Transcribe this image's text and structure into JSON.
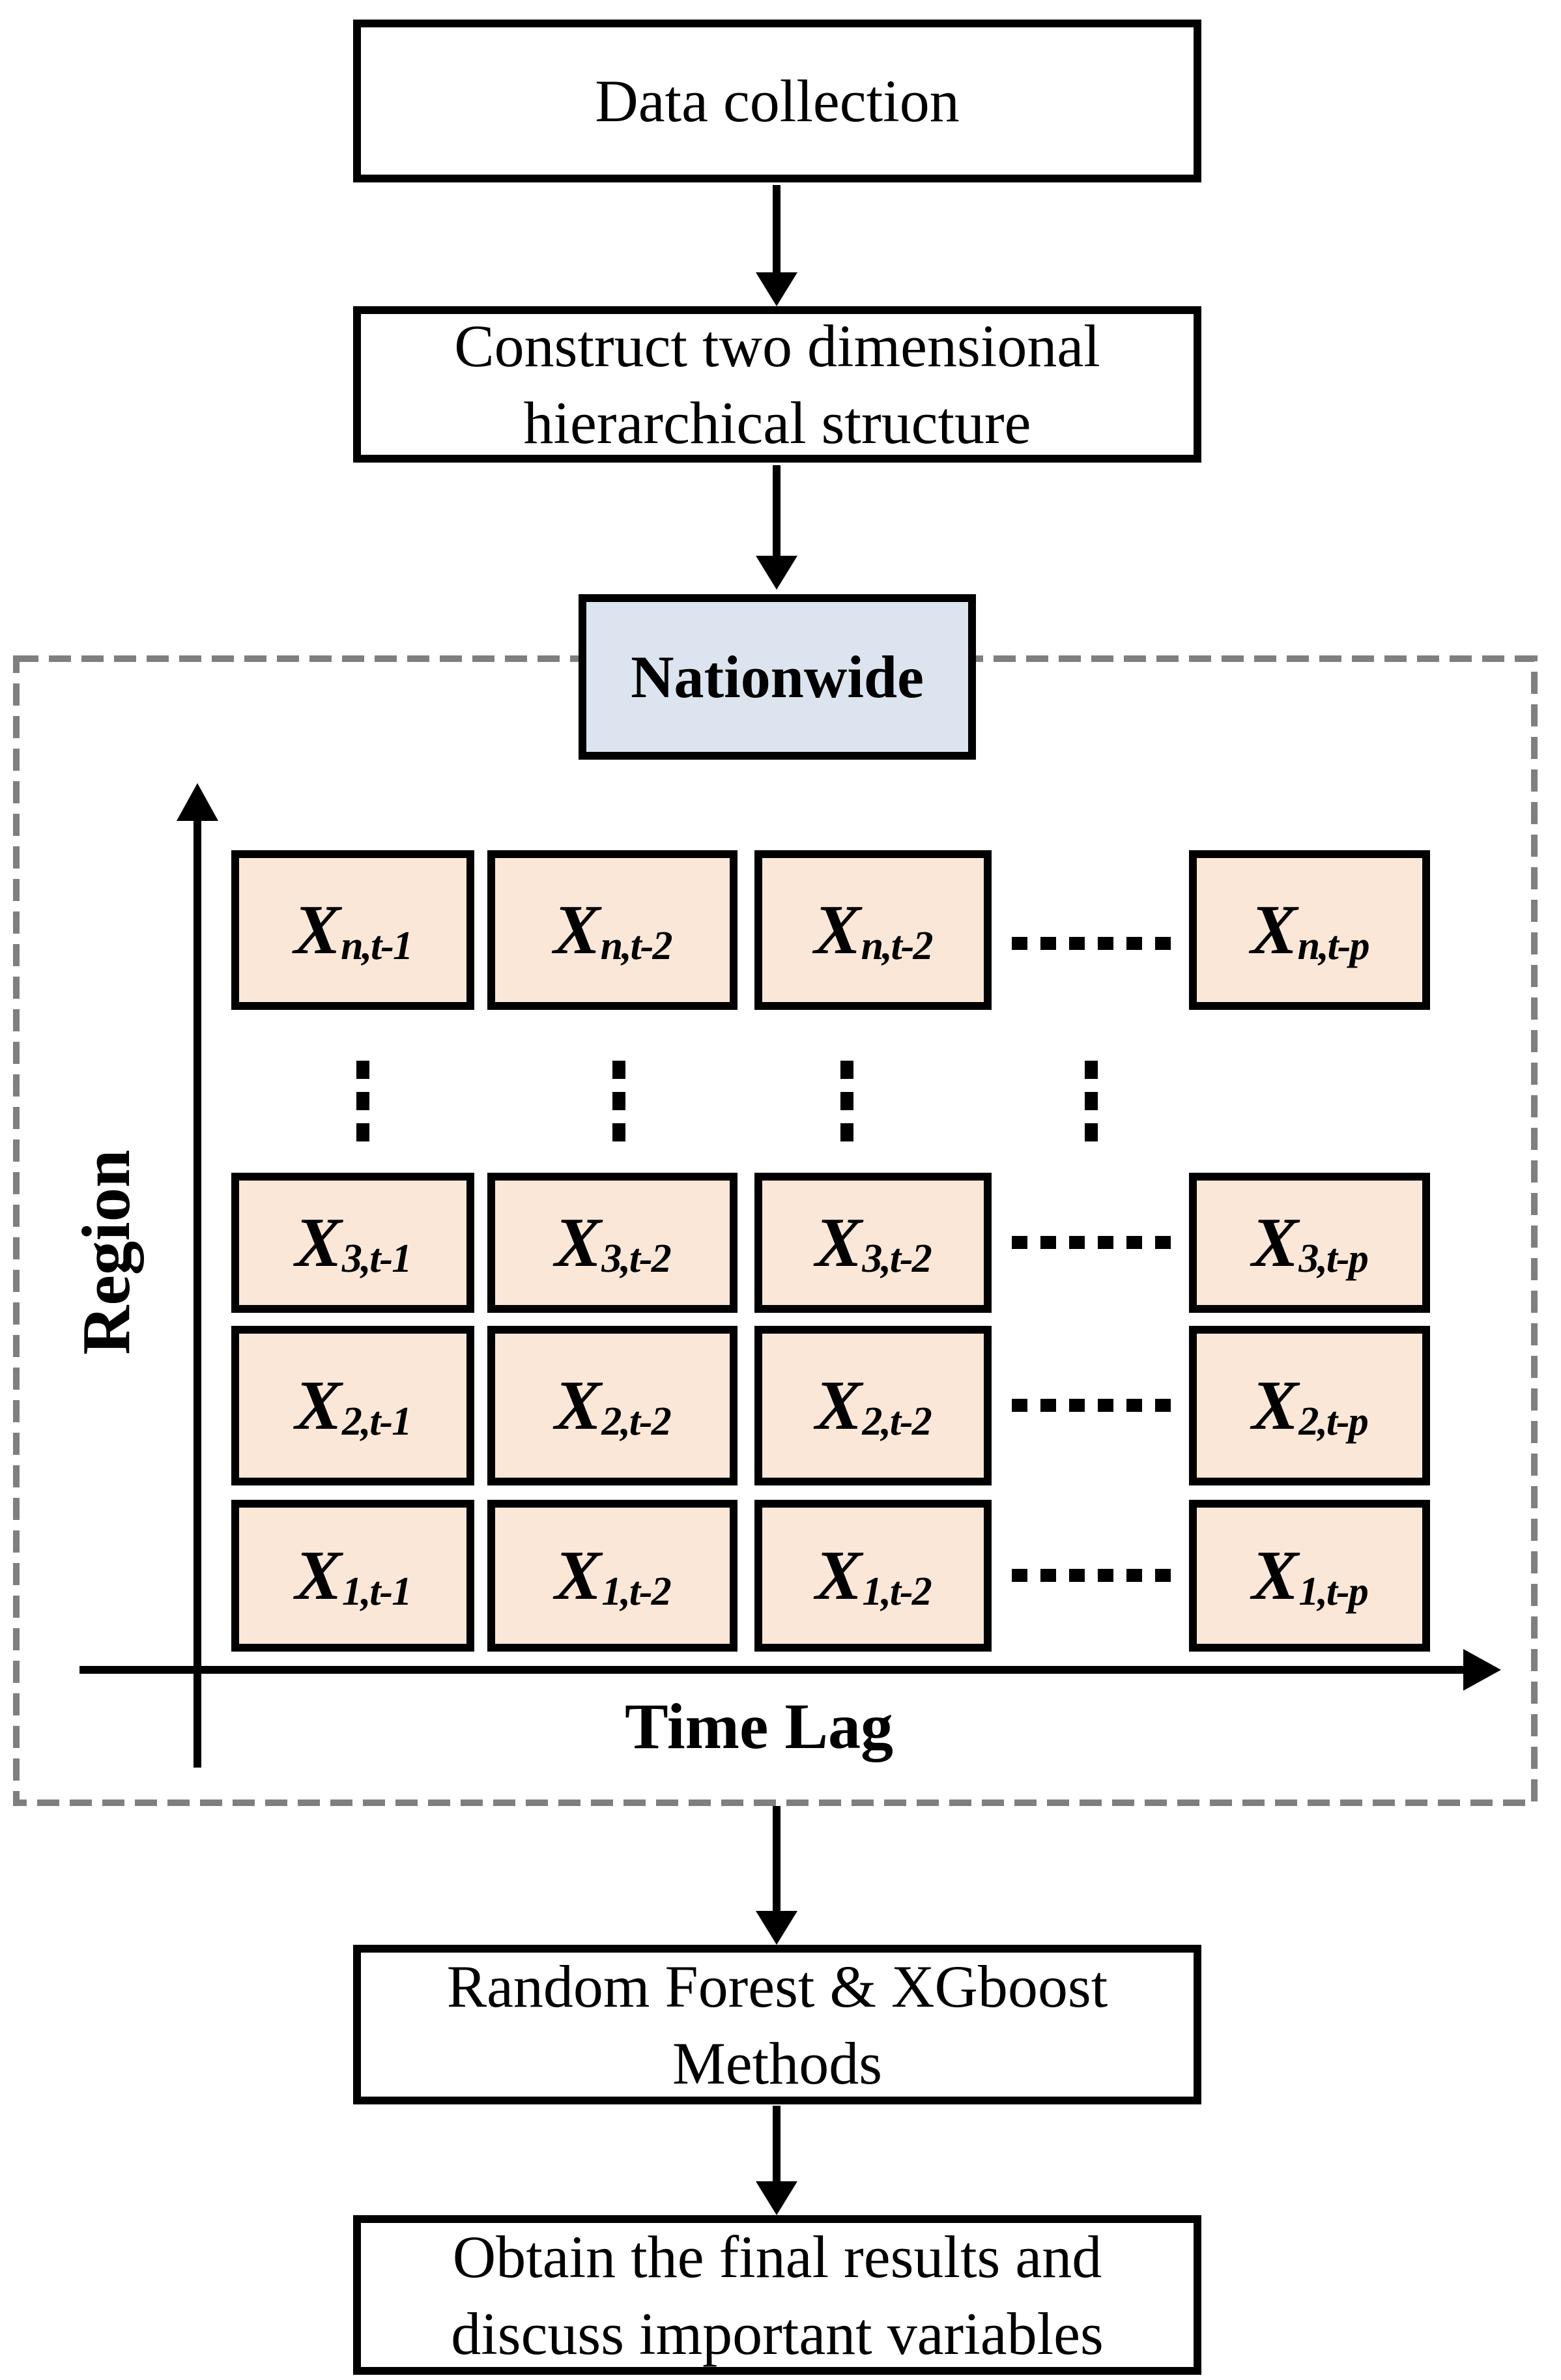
{
  "flow": {
    "data_collection": "Data collection",
    "construct": {
      "line1": "Construct two dimensional",
      "line2": "hierarchical structure"
    },
    "nationwide": "Nationwide",
    "methods": {
      "line1": "Random Forest & XGboost",
      "line2": "Methods"
    },
    "results": {
      "line1": "Obtain the final results and",
      "line2": "discuss important variables"
    }
  },
  "axes": {
    "y_label": "Region",
    "x_label": "Time Lag"
  },
  "matrix": {
    "variable_base": "X",
    "rows": [
      {
        "name": "region-n",
        "cells": [
          "n,t-1",
          "n,t-2",
          "n,t-2",
          "n,t-p"
        ]
      },
      {
        "name": "region-3",
        "cells": [
          "3,t-1",
          "3,t-2",
          "3,t-2",
          "3,t-p"
        ]
      },
      {
        "name": "region-2",
        "cells": [
          "2,t-1",
          "2,t-2",
          "2,t-2",
          "2,t-p"
        ]
      },
      {
        "name": "region-1",
        "cells": [
          "1,t-1",
          "1,t-2",
          "1,t-2",
          "1,t-p"
        ]
      }
    ]
  },
  "decorations": {
    "horizontal_ellipsis": "......",
    "vertical_ellipsis": "⋮",
    "flow_arrow_direction": "down",
    "axis_arrow_directions": [
      "up",
      "right"
    ]
  },
  "colors": {
    "matrix_box_fill": "#fbe7d8",
    "nationwide_fill": "#dce4ef",
    "dashed_border": "#7f7f7f",
    "line_color": "#000000",
    "background": "#ffffff"
  }
}
